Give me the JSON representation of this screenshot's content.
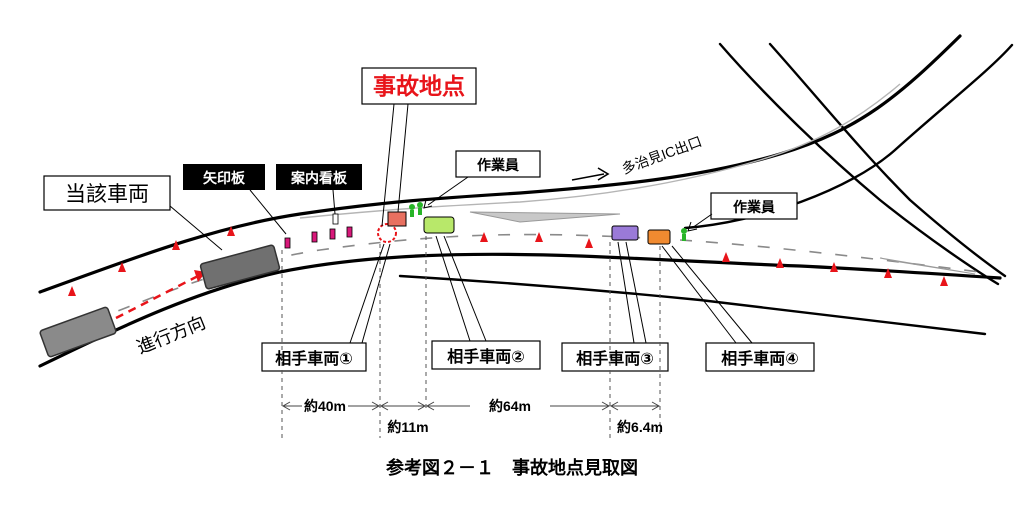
{
  "labels": {
    "accident_point": "事故地点",
    "own_vehicle": "当該車両",
    "arrow_board": "矢印板",
    "guide_sign": "案内看板",
    "worker_1": "作業員",
    "worker_2": "作業員",
    "exit": "多治見IC出口",
    "direction": "進行方向",
    "other_vehicle_1": "相手車両①",
    "other_vehicle_2": "相手車両②",
    "other_vehicle_3": "相手車両③",
    "other_vehicle_4": "相手車両④"
  },
  "distances": {
    "d1": "約40m",
    "d2": "約11m",
    "d3": "約64m",
    "d4": "約6.4m"
  },
  "caption": "参考図２－１　事故地点見取図",
  "colors": {
    "accident_label": "#e8141a",
    "cone": "#e8141a",
    "vehicle_gray": "#808080",
    "vehicle_1": "#e87060",
    "vehicle_2": "#b8e86a",
    "vehicle_3": "#9a7ad8",
    "vehicle_4": "#f08a30",
    "worker": "#28b428",
    "arrow_board_light": "#d8187a"
  }
}
